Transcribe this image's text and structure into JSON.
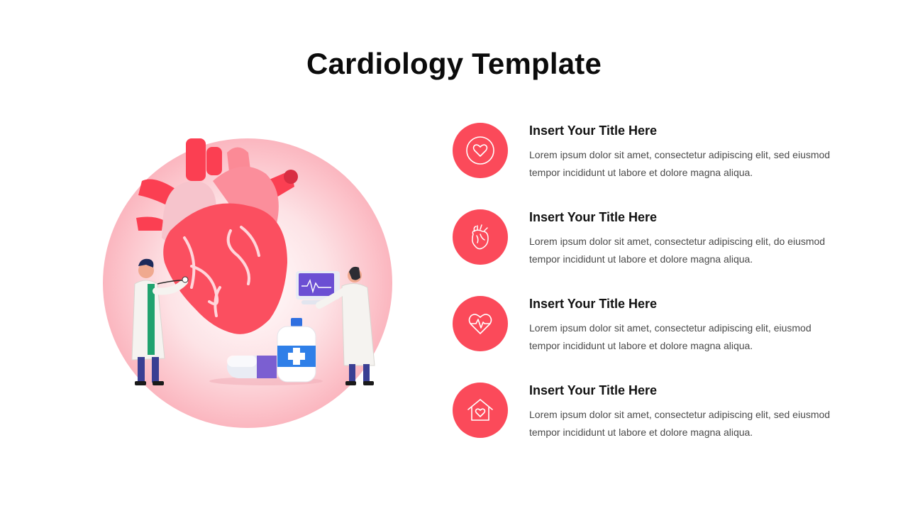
{
  "slide": {
    "title": "Cardiology Template"
  },
  "colors": {
    "accent": "#fb4a5a",
    "heart": "#fb4f60",
    "circle_light": "#fde6e8",
    "text_dark": "#111111",
    "text_body": "#4a4a4a"
  },
  "illustration": {
    "description_icon": "heart-with-doctors-illustration"
  },
  "items": [
    {
      "icon": "heart-in-circle-icon",
      "title": "Insert Your Title Here",
      "body": "Lorem ipsum dolor sit amet, consectetur adipiscing elit, sed eiusmod tempor incididunt ut labore et dolore magna aliqua."
    },
    {
      "icon": "anatomical-heart-icon",
      "title": "Insert Your Title Here",
      "body": "Lorem ipsum dolor sit amet, consectetur adipiscing elit, do eiusmod tempor incididunt ut labore et dolore magna aliqua."
    },
    {
      "icon": "heartbeat-icon",
      "title": "Insert Your Title Here",
      "body": "Lorem ipsum dolor sit amet, consectetur adipiscing elit, eiusmod tempor incididunt ut labore et dolore magna aliqua."
    },
    {
      "icon": "heart-house-icon",
      "title": "Insert Your Title Here",
      "body": "Lorem ipsum dolor sit amet, consectetur adipiscing elit, sed eiusmod tempor incididunt ut labore et dolore magna aliqua."
    }
  ]
}
